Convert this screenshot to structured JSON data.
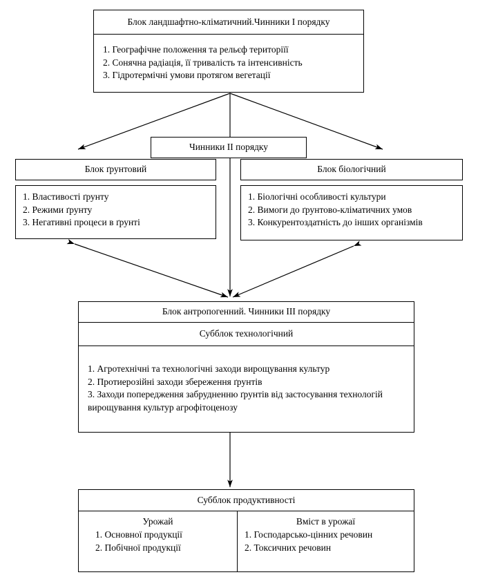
{
  "diagram": {
    "title_block": {
      "header": "Блок ландшафтно-кліматичний.Чинники I порядку",
      "items": [
        "1. Географічне положення та рельєф територіїї",
        "2. Сонячна радіація, її тривалість та інтенсивність",
        "3. Гідротермічні умови протягом вегетації"
      ]
    },
    "second_order_label": "Чинники II порядку",
    "soil_block": {
      "header": "Блок ґрунтовий",
      "items": [
        "1. Властивості ґрунту",
        "2. Режими ґрунту",
        "3. Негативні процеси в ґрунті"
      ]
    },
    "biological_block": {
      "header": "Блок біологічний",
      "items": [
        "1. Біологічні особливості культури",
        "2. Вимоги до ґрунтово-кліматичних умов",
        "3. Конкурентоздатність до інших організмів"
      ]
    },
    "anthropogenic_block": {
      "header": "Блок антропогенний. Чинники III порядку",
      "subblock_header": "Субблок технологічний",
      "items": [
        "1. Агротехнічні та технологічні заходи вирощування культур",
        "2. Протиерозійні заходи збереження ґрунтів",
        "3. Заходи попередження забрудненню ґрунтів від застосування технологій вирощування культур агрофітоценозу"
      ]
    },
    "productivity_block": {
      "header": "Субблок продуктивності",
      "left": {
        "title": "Урожай",
        "items": [
          "1. Основної продукції",
          "2. Побічної продукції"
        ]
      },
      "right": {
        "title": "Вміст в урожаї",
        "items": [
          "1. Господарсько-цінних речовин",
          "2. Токсичних речовин"
        ]
      }
    }
  },
  "style": {
    "line_color": "#000000",
    "background": "#ffffff"
  }
}
